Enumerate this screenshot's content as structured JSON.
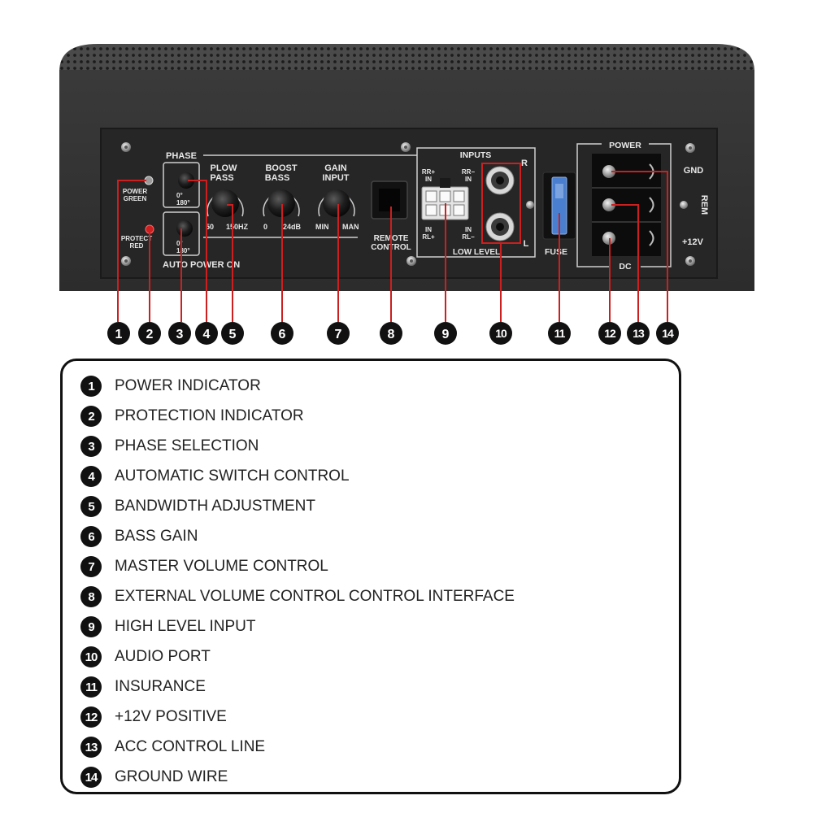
{
  "panel": {
    "labels": {
      "phase": "PHASE",
      "power_green_1": "POWER",
      "power_green_2": "GREEN",
      "protect_red_1": "PROTECT",
      "protect_red_2": "RED",
      "deg_0": "0°",
      "deg_180": "180°",
      "auto_power_on": "AUTO POWER ON",
      "low_pass_1": "PLOW",
      "low_pass_2": "PASS",
      "lp_min": "50",
      "lp_max": "150HZ",
      "boost_1": "BOOST",
      "boost_2": "BASS",
      "boost_min": "0",
      "boost_max": "24dB",
      "gain_1": "GAIN",
      "gain_2": "INPUT",
      "gain_min": "MIN",
      "gain_max": "MAN",
      "remote_1": "REMOTE",
      "remote_2": "CONTROL",
      "inputs": "INPUTS",
      "rr_plus_1": "RR+",
      "rr_plus_2": "IN",
      "rr_minus_1": "RR−",
      "rr_minus_2": "IN",
      "rl_plus_1": "IN",
      "rl_plus_2": "RL+",
      "rl_minus_1": "IN",
      "rl_minus_2": "RL−",
      "low_level": "LOW LEVEL",
      "r": "R",
      "l": "L",
      "fuse": "FUSE",
      "power": "POWER",
      "dc": "DC",
      "gnd": "GND",
      "rem": "REM",
      "v12": "+12V"
    },
    "accent_red": "#cc1f1f"
  },
  "callouts": [
    "1",
    "2",
    "3",
    "4",
    "5",
    "6",
    "7",
    "8",
    "9",
    "10",
    "11",
    "12",
    "13",
    "14"
  ],
  "legend": {
    "items": [
      {
        "num": "1",
        "label": "POWER INDICATOR"
      },
      {
        "num": "2",
        "label": "PROTECTION INDICATOR"
      },
      {
        "num": "3",
        "label": "PHASE SELECTION"
      },
      {
        "num": "4",
        "label": "AUTOMATIC SWITCH CONTROL"
      },
      {
        "num": "5",
        "label": "BANDWIDTH ADJUSTMENT"
      },
      {
        "num": "6",
        "label": "BASS GAIN"
      },
      {
        "num": "7",
        "label": "MASTER VOLUME CONTROL"
      },
      {
        "num": "8",
        "label": "EXTERNAL VOLUME CONTROL CONTROL INTERFACE"
      },
      {
        "num": "9",
        "label": "HIGH LEVEL INPUT"
      },
      {
        "num": "10",
        "label": "AUDIO PORT"
      },
      {
        "num": "11",
        "label": "INSURANCE"
      },
      {
        "num": "12",
        "label": "+12V POSITIVE"
      },
      {
        "num": "13",
        "label": "ACC CONTROL LINE"
      },
      {
        "num": "14",
        "label": "GROUND WIRE"
      }
    ]
  }
}
